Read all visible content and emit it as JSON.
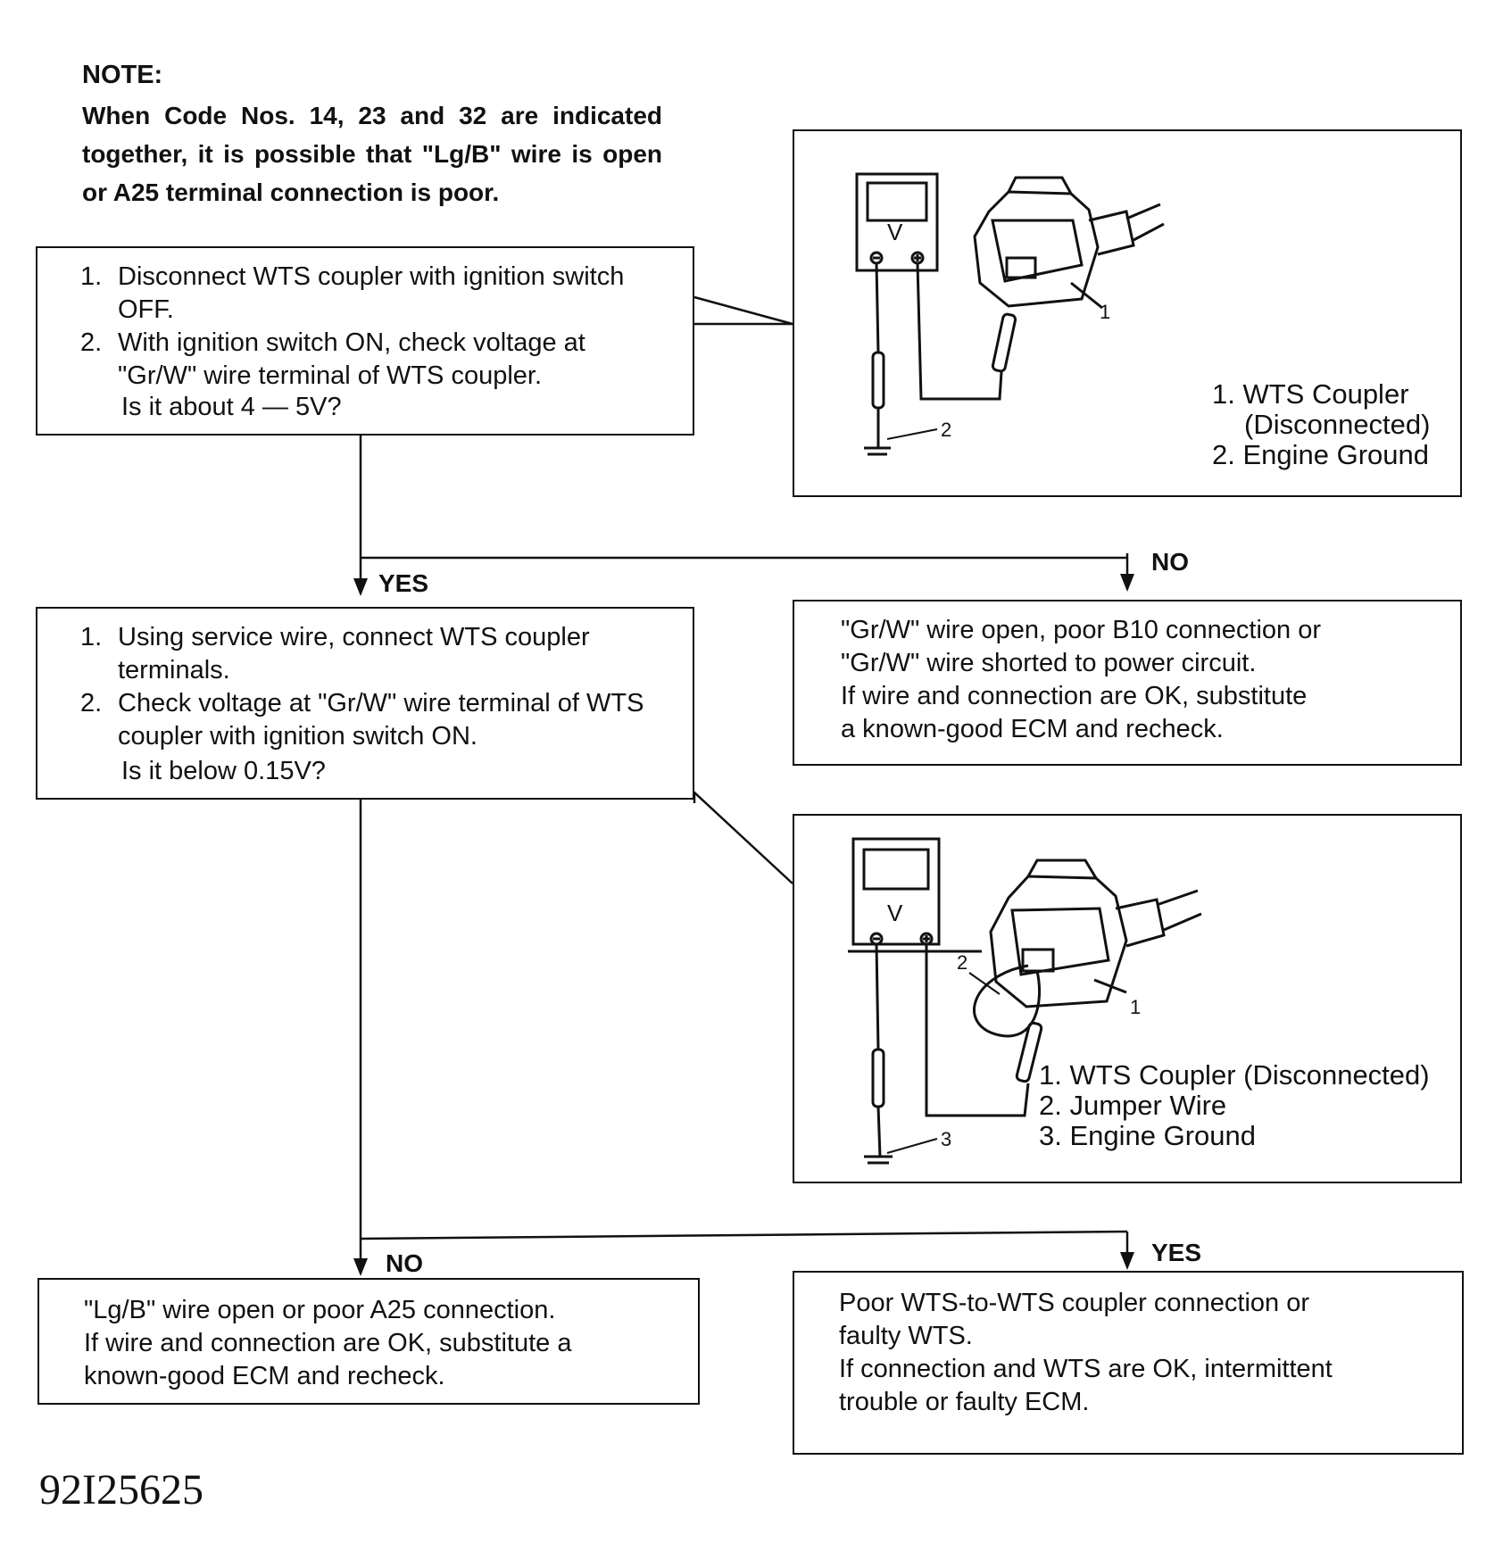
{
  "note": {
    "title": "NOTE:",
    "text": "When Code Nos. 14, 23 and 32 are indicated together, it is possible that \"Lg/B\" wire is open or A25 terminal connection is poor."
  },
  "step1": {
    "items": [
      {
        "num": "1.",
        "text": "Disconnect WTS coupler with ignition switch OFF."
      },
      {
        "num": "2.",
        "text": "With ignition switch ON, check voltage at \"Gr/W\" wire terminal of WTS coupler."
      }
    ],
    "question": "Is it about 4 — 5V?"
  },
  "figure1": {
    "meter_label": "V",
    "callout_1": "1",
    "callout_2": "2",
    "legend": [
      "1. WTS Coupler",
      "(Disconnected)",
      "2. Engine Ground"
    ]
  },
  "branch1": {
    "yes": "YES",
    "no": "NO"
  },
  "result1_no": {
    "lines": [
      "\"Gr/W\" wire open, poor B10 connection or",
      "\"Gr/W\" wire shorted to power circuit.",
      "If wire and connection are OK, substitute",
      "a known-good ECM and recheck."
    ]
  },
  "step2": {
    "items": [
      {
        "num": "1.",
        "text": "Using service wire, connect WTS coupler terminals."
      },
      {
        "num": "2.",
        "text": "Check voltage at \"Gr/W\" wire terminal of WTS coupler with ignition switch ON."
      }
    ],
    "question": "Is it below 0.15V?"
  },
  "figure2": {
    "meter_label": "V",
    "callout_1": "1",
    "callout_2": "2",
    "callout_3": "3",
    "legend": [
      "1. WTS Coupler (Disconnected)",
      "2. Jumper Wire",
      "3. Engine Ground"
    ]
  },
  "branch2": {
    "no": "NO",
    "yes": "YES"
  },
  "result2_no": {
    "lines": [
      "\"Lg/B\" wire open or poor A25 connection.",
      "If wire and connection are OK, substitute a",
      "known-good ECM and recheck."
    ]
  },
  "result2_yes": {
    "lines": [
      "Poor WTS-to-WTS coupler connection or",
      "faulty WTS.",
      "If connection and WTS are OK, intermittent",
      "trouble or faulty ECM."
    ]
  },
  "figure_id": "92I25625"
}
